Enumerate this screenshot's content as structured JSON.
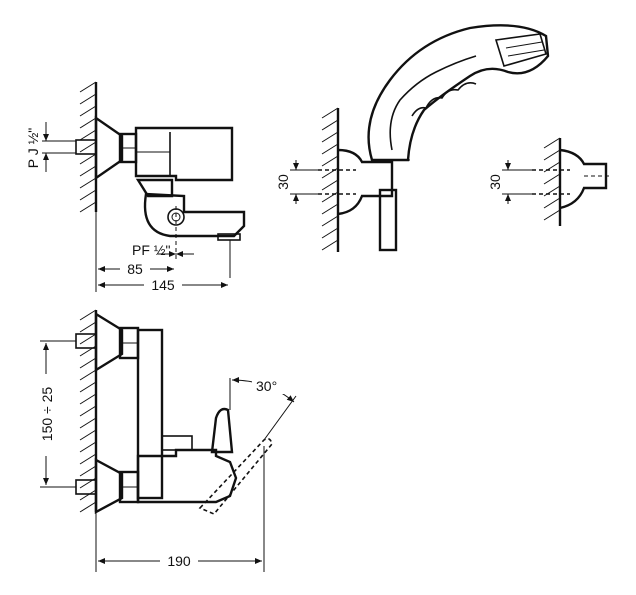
{
  "labels": {
    "pj_thread": "P J ½\"",
    "pf_thread": "PF ½\"",
    "dim_85": "85",
    "dim_145": "145",
    "dim_30_shower": "30",
    "dim_30_right": "30",
    "dim_150_25": "150 ÷ 25",
    "dim_190": "190",
    "angle_30": "30°"
  }
}
